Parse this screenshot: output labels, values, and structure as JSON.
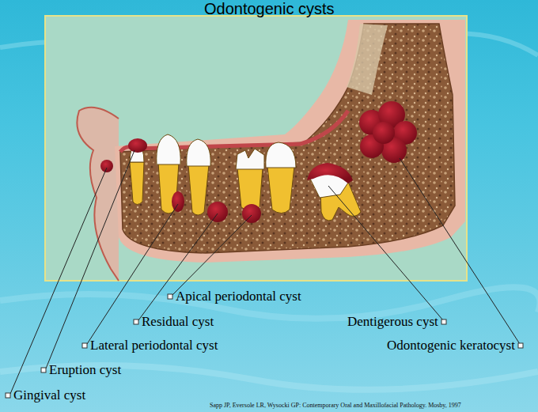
{
  "diagram": {
    "title": "Odontogenic cysts",
    "caption": "Sapp JP, Eversole LR, Wysocki GP: Contemporary Oral and Maxillofacial Pathology. Mosby, 1997",
    "labels": [
      "Apical periodontal cyst",
      "Residual cyst",
      "Lateral periodontal cyst",
      "Eruption cyst",
      "Gingival cyst",
      "Dentigerous cyst",
      "Odontogenic keratocyst"
    ]
  }
}
